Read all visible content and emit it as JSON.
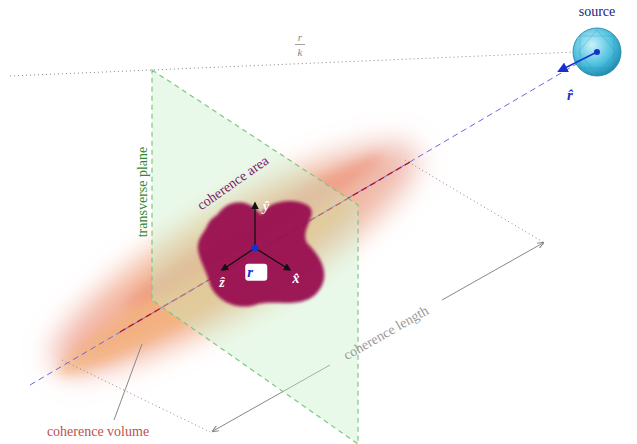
{
  "diagram": {
    "nodes": [
      {
        "text": [
          "source"
        ]
      },
      {
        "text": [
          "transverse plane"
        ]
      },
      {
        "text": [
          "coherence area"
        ],
        "in": 1
      }
    ],
    "labels": [
      "r",
      "k",
      "r̂",
      "ŷ",
      "ẑ",
      "x̂",
      "r⃗",
      "coherence length",
      "coherence volume"
    ]
  }
}
